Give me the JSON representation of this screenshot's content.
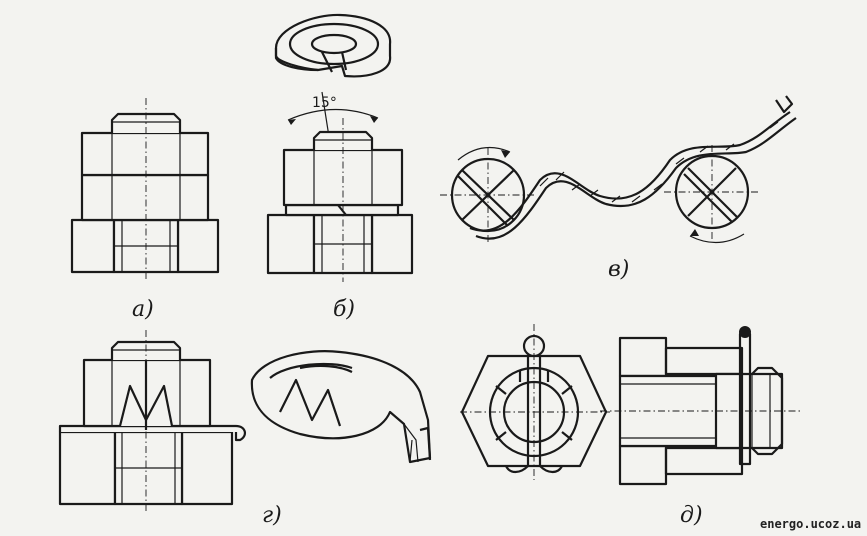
{
  "labels": {
    "a": "а)",
    "b": "б)",
    "v": "в)",
    "g": "г)",
    "d": "д)"
  },
  "angle_label": "15°",
  "watermark": "energo.ucoz.ua"
}
